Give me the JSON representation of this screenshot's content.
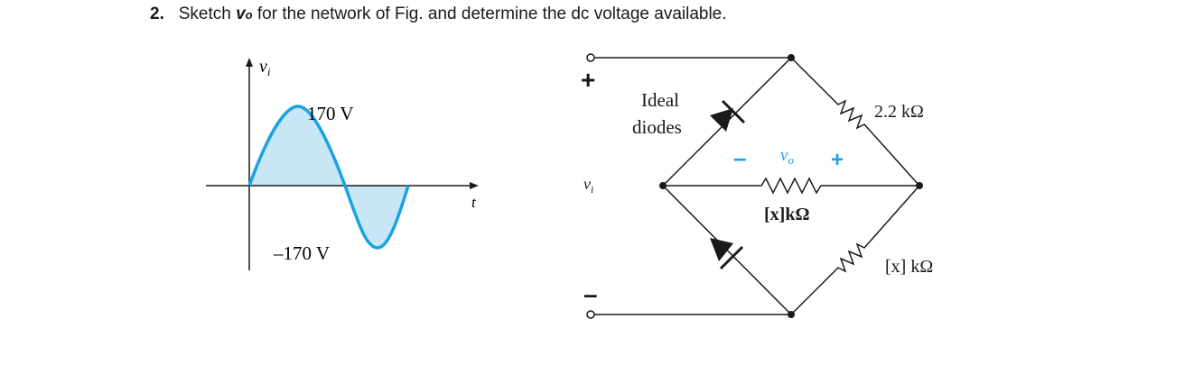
{
  "question": {
    "number": "2.",
    "text_before": "Sketch",
    "variable": "v",
    "variable_sub": "o",
    "text_after": "for the network of Fig.  and determine the dc voltage available."
  },
  "waveform": {
    "y_axis_label": "v",
    "y_axis_sub": "i",
    "x_axis_label": "t",
    "peak_label": "170 V",
    "trough_label": "–170 V",
    "fill_color": "#c8e6f5",
    "curve_color": "#1aa3e0"
  },
  "circuit": {
    "plus_sign": "+",
    "minus_sign": "–",
    "input_label": "v",
    "input_sub": "i",
    "diodes_label_line1": "Ideal",
    "diodes_label_line2": "diodes",
    "vo_label": "v",
    "vo_sub": "o",
    "vo_minus": "–",
    "vo_plus": "+",
    "r_top_label": "2.2 kΩ",
    "r_middle_label": "[x]kΩ",
    "r_bottom_label": "[x] kΩ",
    "polarity_color": "#1aa3e0"
  }
}
